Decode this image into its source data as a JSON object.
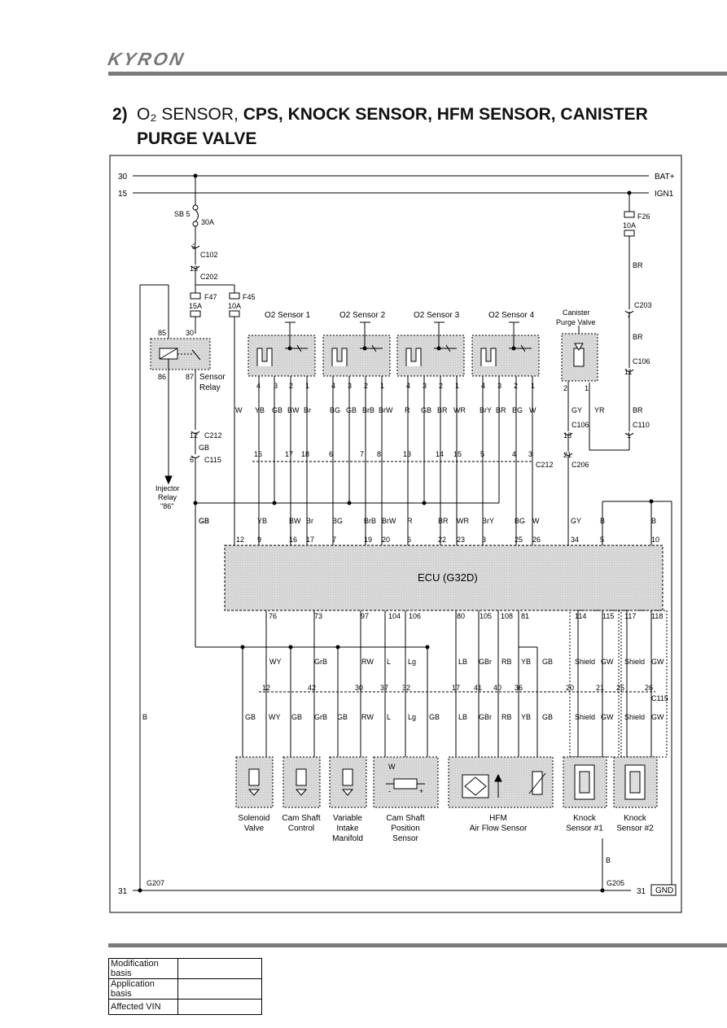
{
  "brand": {
    "logo_text": "KYRON"
  },
  "section": {
    "number": "2)",
    "title_o2": "O₂",
    "title_sensor": "SENSOR,",
    "title_rest": "CPS, KNOCK SENSOR, HFM SENSOR, CANISTER",
    "title_line2": "PURGE VALVE"
  },
  "diagram": {
    "rails": {
      "bat_left": "30",
      "bat_right": "BAT+",
      "ign_left": "15",
      "ign_right": "IGN1",
      "gnd_left": "31",
      "gnd_right": "31",
      "gnd_box": "GND"
    },
    "fuses": {
      "sb5": "SB 5",
      "sb5_rating": "30A",
      "f47": "F47",
      "f47_rating": "15A",
      "f45": "F45",
      "f45_rating": "10A",
      "f26": "F26",
      "f26_rating": "10A"
    },
    "connectors": {
      "c102": "C102",
      "c102_pin": "3",
      "c202": "C202",
      "c202_pin": "13",
      "c212": "C212",
      "c212_pin": "12",
      "c115": "C115",
      "c115_pin": "6",
      "c203": "C203",
      "c203_pin": "7",
      "c106": "C106",
      "c106_pin": "11",
      "c110": "C110",
      "c110_pin": "1",
      "c106b": "C106",
      "c106b_pin": "18",
      "c206": "C206",
      "c206_pin": "21",
      "c212_row": "C212",
      "c115_row": "C115",
      "g207": "G207",
      "g205": "G205"
    },
    "relay": {
      "name": "Sensor",
      "name2": "Relay",
      "pin85": "85",
      "pin30": "30",
      "pin86": "86",
      "pin87": "87"
    },
    "injector_relay": {
      "line1": "Injector",
      "line2": "Relay",
      "line3": "\"86\""
    },
    "o2_sensors": [
      {
        "label": "O2 Sensor 1",
        "pins": [
          "4",
          "3",
          "2",
          "1"
        ],
        "wires": [
          "YB",
          "GB",
          "BW",
          "Br"
        ]
      },
      {
        "label": "O2 Sensor 2",
        "pins": [
          "4",
          "3",
          "2",
          "1"
        ],
        "wires": [
          "BG",
          "GB",
          "BrB",
          "BrW"
        ]
      },
      {
        "label": "O2 Sensor 3",
        "pins": [
          "4",
          "3",
          "2",
          "1"
        ],
        "wires": [
          "R",
          "GB",
          "BR",
          "WR"
        ]
      },
      {
        "label": "O2 Sensor 4",
        "pins": [
          "4",
          "3",
          "2",
          "1"
        ],
        "wires": [
          "BrY",
          "BR",
          "BG",
          "W"
        ]
      }
    ],
    "canister": {
      "line1": "Canister",
      "line2": "Purge Valve",
      "pin2": "2",
      "pin1": "1",
      "wire_gy": "GY",
      "wire_yr": "YR"
    },
    "wires_misc": {
      "w": "W",
      "gb": "GB",
      "br": "BR",
      "b": "B"
    },
    "c212_pins": [
      "16",
      "17",
      "18",
      "6",
      "7",
      "8",
      "13",
      "14",
      "15",
      "5",
      "4",
      "3"
    ],
    "ecu": {
      "label": "ECU (G32D)",
      "top_pins": [
        "12",
        "9",
        "16",
        "17",
        "7",
        "19",
        "20",
        "6",
        "22",
        "23",
        "3",
        "25",
        "26",
        "34",
        "5",
        "10"
      ],
      "top_wires": [
        "GB",
        "YB",
        "BW",
        "Br",
        "BG",
        "BrB",
        "BrW",
        "R",
        "BR",
        "WR",
        "BrY",
        "BG",
        "W",
        "GY",
        "B",
        "B"
      ],
      "bottom_pins": [
        "76",
        "73",
        "97",
        "104",
        "106",
        "80",
        "105",
        "108",
        "81",
        "114",
        "115",
        "117",
        "118"
      ]
    },
    "lower_wires_upper": [
      "WY",
      "GrB",
      "RW",
      "L",
      "Lg",
      "LB",
      "GBr",
      "RB",
      "YB",
      "GB",
      "Shield",
      "GW",
      "Shield",
      "GW"
    ],
    "c115_pins": [
      "12",
      "42",
      "30",
      "37",
      "32",
      "17",
      "41",
      "40",
      "36",
      "20",
      "21",
      "25",
      "26"
    ],
    "lower_wires_lower": [
      "GB",
      "WY",
      "GB",
      "GrB",
      "GB",
      "RW",
      "L",
      "Lg",
      "GB",
      "LB",
      "GBr",
      "RB",
      "YB",
      "GB",
      "Shield",
      "GW",
      "Shield",
      "GW"
    ],
    "components": [
      {
        "line1": "Solenoid",
        "line2": "Valve",
        "line3": ""
      },
      {
        "line1": "Cam Shaft",
        "line2": "Control",
        "line3": ""
      },
      {
        "line1": "Variable",
        "line2": "Intake",
        "line3": "Manifold"
      },
      {
        "line1": "Cam Shaft",
        "line2": "Position",
        "line3": "Sensor"
      },
      {
        "line1": "HFM",
        "line2": "Air Flow Sensor",
        "line3": ""
      },
      {
        "line1": "Knock",
        "line2": "Sensor #1",
        "line3": ""
      },
      {
        "line1": "Knock",
        "line2": "Sensor #2",
        "line3": ""
      }
    ],
    "cps_marks": {
      "w": "W",
      "minus": "-",
      "plus": "+"
    },
    "b_wire": "B"
  },
  "footer_table": [
    {
      "label": "Modification basis",
      "value": ""
    },
    {
      "label": "Application basis",
      "value": ""
    },
    {
      "label": "Affected VIN",
      "value": ""
    }
  ]
}
